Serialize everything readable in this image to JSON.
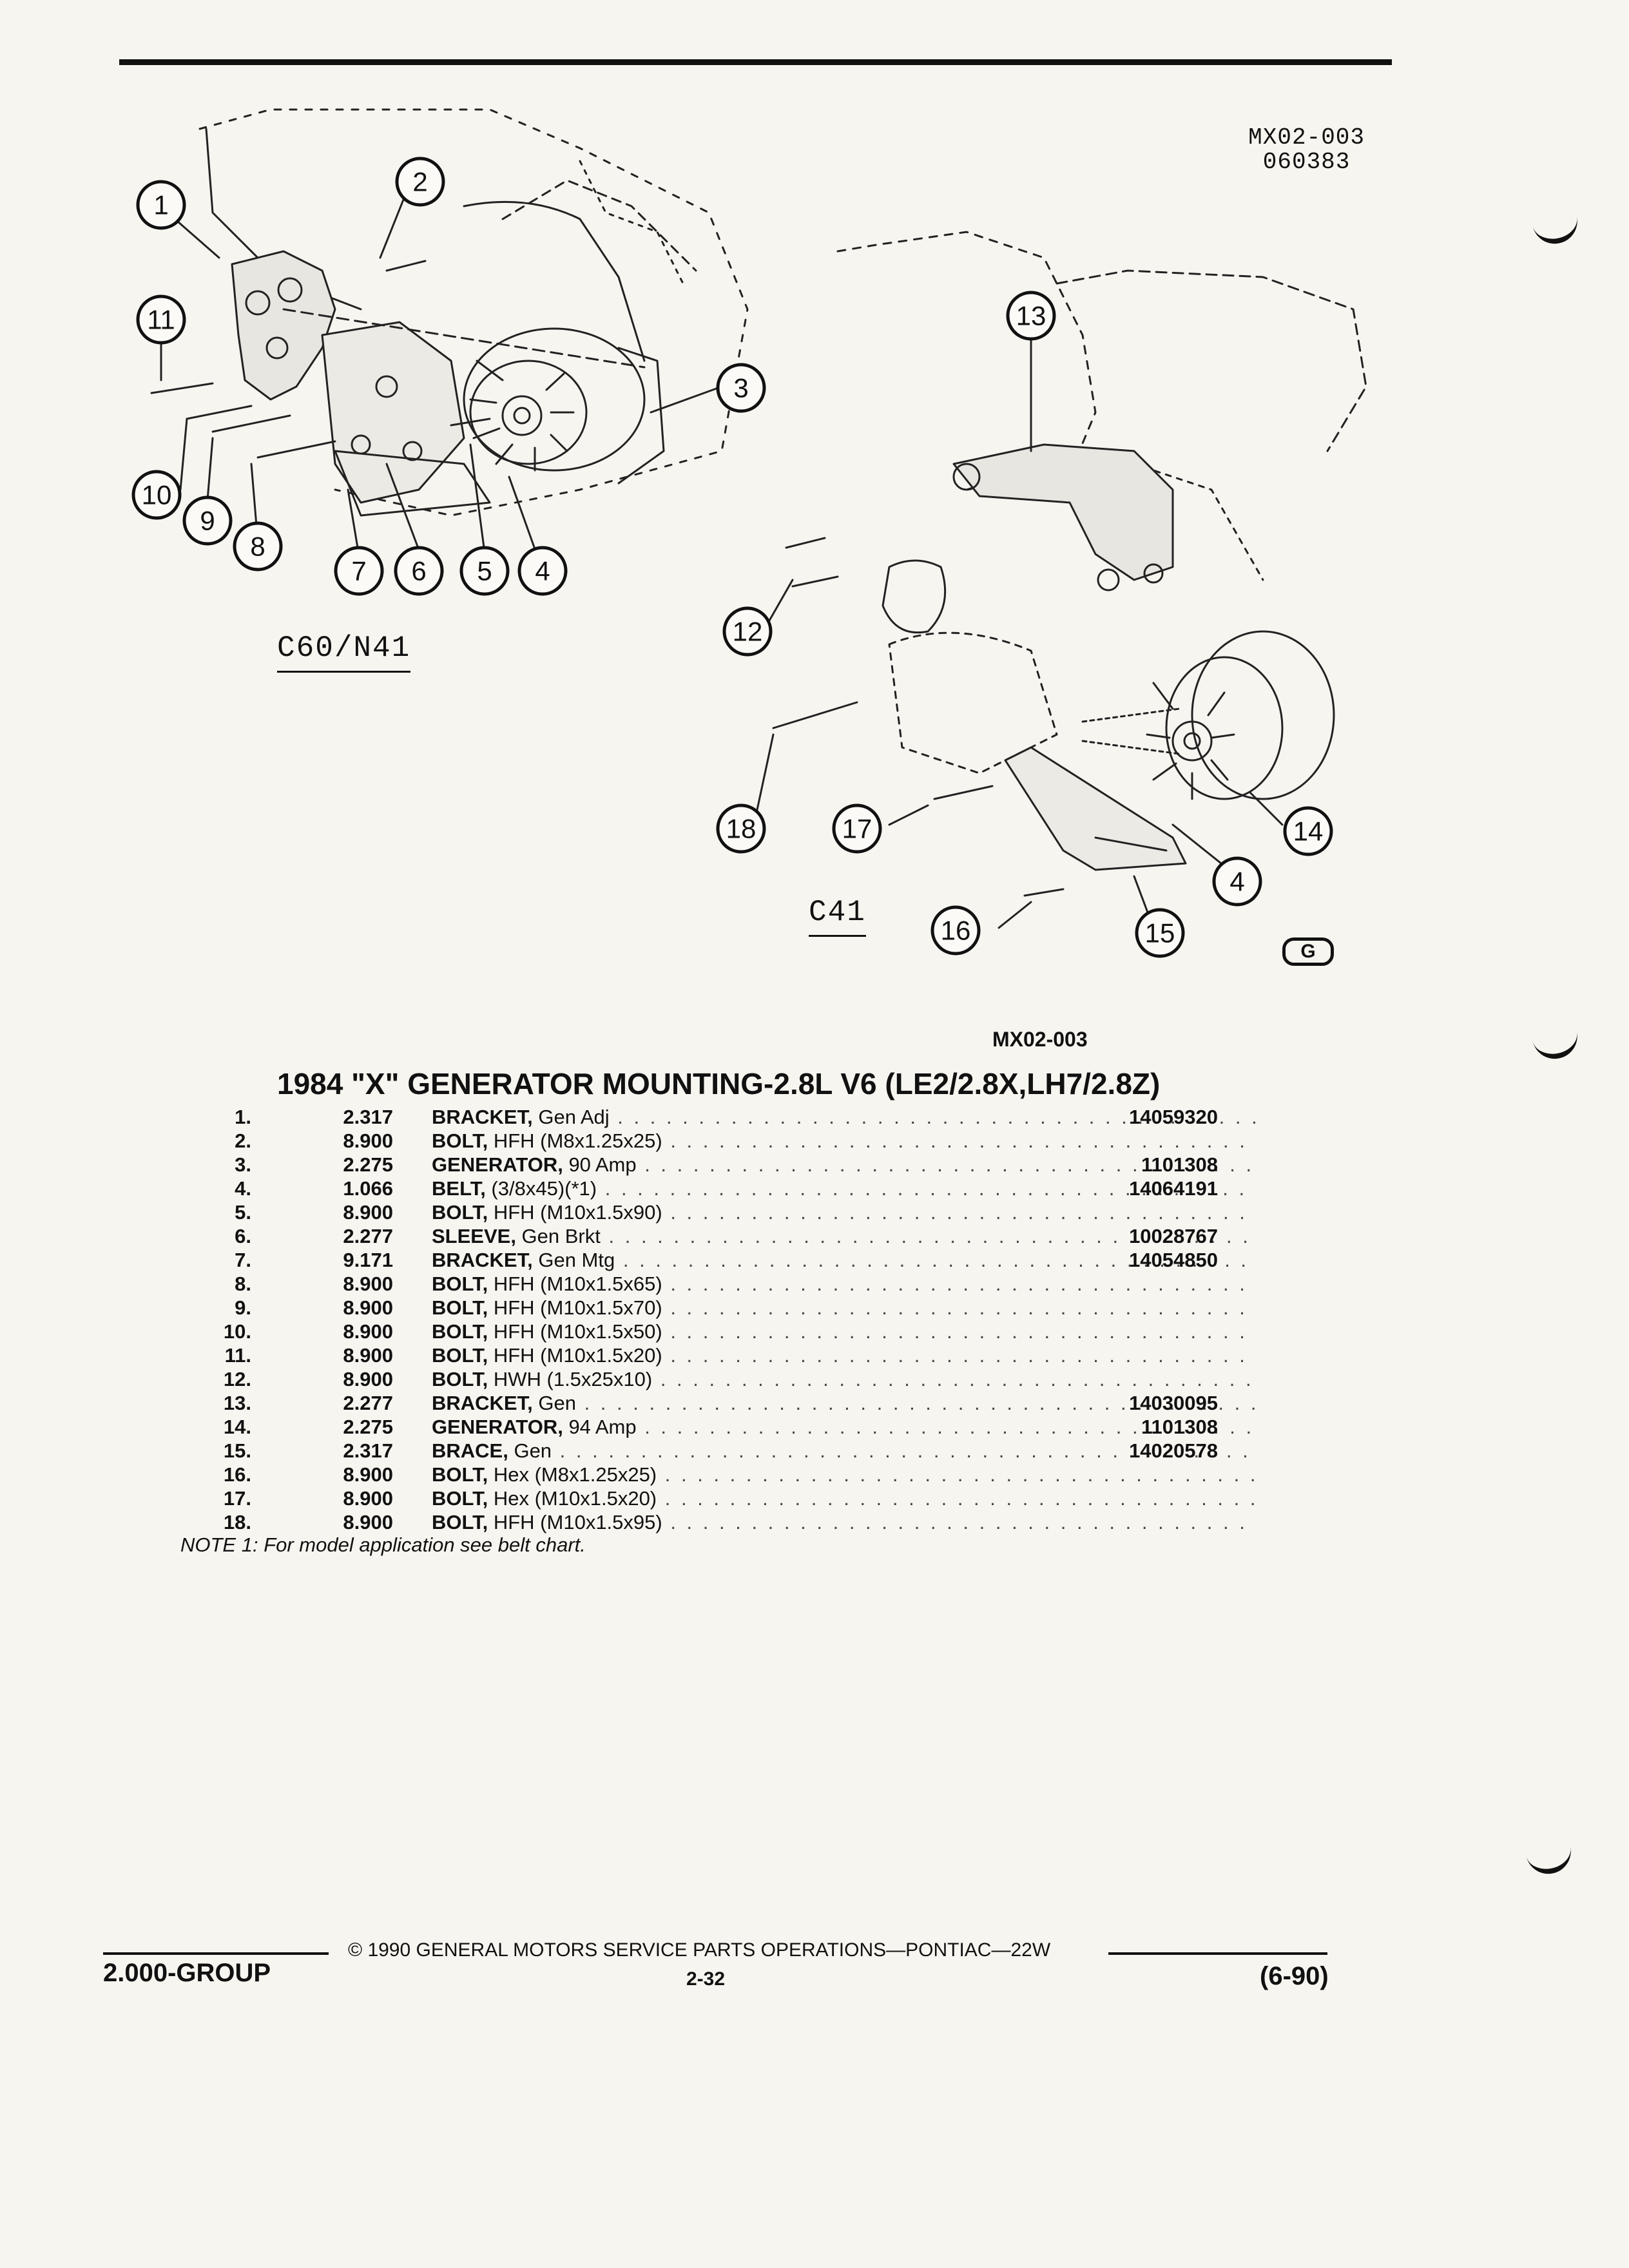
{
  "figure_id": {
    "line1": "MX02-003",
    "line2": "060383"
  },
  "views": {
    "left": "C60/N41",
    "right": "C41"
  },
  "callouts": [
    "1",
    "2",
    "3",
    "4",
    "5",
    "6",
    "7",
    "8",
    "9",
    "10",
    "11",
    "12",
    "13",
    "14",
    "15",
    "16",
    "17",
    "18"
  ],
  "logo_mark": "G",
  "table_ref": "MX02-003",
  "title": "1984 \"X\" GENERATOR MOUNTING-2.8L V6 (LE2/2.8X,LH7/2.8Z)",
  "parts": [
    {
      "num": "1.",
      "group": "2.317",
      "name": "BRACKET,",
      "rest": " Gen Adj",
      "pn": "14059320"
    },
    {
      "num": "2.",
      "group": "8.900",
      "name": "BOLT,",
      "rest": " HFH (M8x1.25x25)",
      "pn": ""
    },
    {
      "num": "3.",
      "group": "2.275",
      "name": "GENERATOR,",
      "rest": " 90 Amp",
      "pn": "1101308"
    },
    {
      "num": "4.",
      "group": "1.066",
      "name": "BELT,",
      "rest": " (3/8x45)(*1)",
      "pn": "14064191"
    },
    {
      "num": "5.",
      "group": "8.900",
      "name": "BOLT,",
      "rest": " HFH (M10x1.5x90)",
      "pn": ""
    },
    {
      "num": "6.",
      "group": "2.277",
      "name": "SLEEVE,",
      "rest": " Gen Brkt",
      "pn": "10028767"
    },
    {
      "num": "7.",
      "group": "9.171",
      "name": "BRACKET,",
      "rest": " Gen Mtg",
      "pn": "14054850"
    },
    {
      "num": "8.",
      "group": "8.900",
      "name": "BOLT,",
      "rest": " HFH (M10x1.5x65)",
      "pn": ""
    },
    {
      "num": "9.",
      "group": "8.900",
      "name": "BOLT,",
      "rest": " HFH (M10x1.5x70)",
      "pn": ""
    },
    {
      "num": "10.",
      "group": "8.900",
      "name": "BOLT,",
      "rest": " HFH (M10x1.5x50)",
      "pn": ""
    },
    {
      "num": "11.",
      "group": "8.900",
      "name": "BOLT,",
      "rest": " HFH (M10x1.5x20)",
      "pn": ""
    },
    {
      "num": "12.",
      "group": "8.900",
      "name": "BOLT,",
      "rest": " HWH (1.5x25x10)",
      "pn": ""
    },
    {
      "num": "13.",
      "group": "2.277",
      "name": "BRACKET,",
      "rest": " Gen",
      "pn": "14030095"
    },
    {
      "num": "14.",
      "group": "2.275",
      "name": "GENERATOR,",
      "rest": " 94 Amp",
      "pn": "1101308"
    },
    {
      "num": "15.",
      "group": "2.317",
      "name": "BRACE,",
      "rest": " Gen",
      "pn": "14020578"
    },
    {
      "num": "16.",
      "group": "8.900",
      "name": "BOLT,",
      "rest": " Hex (M8x1.25x25)",
      "pn": ""
    },
    {
      "num": "17.",
      "group": "8.900",
      "name": "BOLT,",
      "rest": " Hex (M10x1.5x20)",
      "pn": ""
    },
    {
      "num": "18.",
      "group": "8.900",
      "name": "BOLT,",
      "rest": " HFH (M10x1.5x95)",
      "pn": ""
    }
  ],
  "note": "NOTE 1: For model application see belt chart.",
  "footer": {
    "group": "2.000-GROUP",
    "copyright": "© 1990 GENERAL MOTORS SERVICE PARTS OPERATIONS—PONTIAC—22W",
    "page": "2-32",
    "date": "(6-90)"
  }
}
